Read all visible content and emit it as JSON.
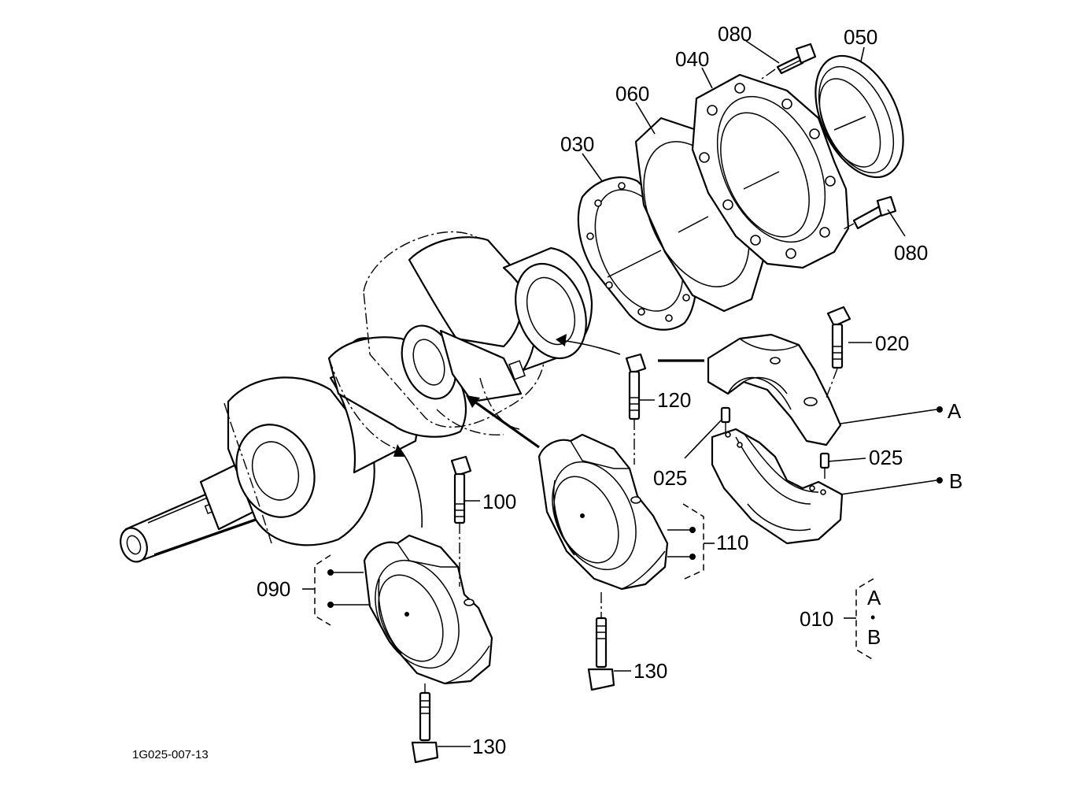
{
  "drawing_code": "1G025-007-13",
  "parts": {
    "p010": "010",
    "p020": "020",
    "p025a": "025",
    "p025b": "025",
    "p030": "030",
    "p040": "040",
    "p050": "050",
    "p060": "060",
    "p080a": "080",
    "p080b": "080",
    "p090": "090",
    "p100": "100",
    "p110": "110",
    "p120": "120",
    "p130a": "130",
    "p130b": "130"
  },
  "assembly_labels": {
    "a_callout": "A",
    "b_callout": "B",
    "a_legend": "A",
    "b_legend": "B",
    "separator": "•"
  }
}
